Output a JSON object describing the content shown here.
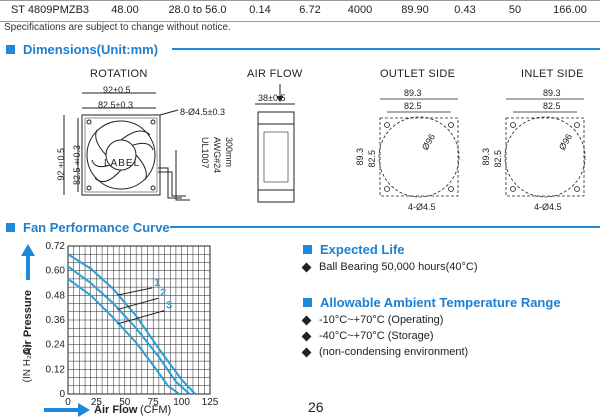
{
  "spec_table": {
    "model": "ST 4809PMZB3",
    "rated_voltage": "48.00",
    "operating_voltage": "28.0 to 56.0",
    "current": "0.14",
    "power": "6.72",
    "speed": "4000",
    "airflow": "89.90",
    "pressure": "0.43",
    "noise": "50",
    "weight": "166.00",
    "note": "Specifications are subject to change without notice."
  },
  "dimensions": {
    "heading": "Dimensions(Unit:mm)",
    "rotation_label": "ROTATION",
    "airflow_label": "AIR FLOW",
    "outlet_label": "OUTLET SIDE",
    "inlet_label": "INLET SIDE",
    "dim_92": "92±0.5",
    "dim_825": "82.5±0.3",
    "dim_hole": "8-Ø4.5±0.3",
    "dim_38": "38±0.5",
    "dim_side_92": "92±0.5",
    "dim_side_825": "82.5±0.3",
    "label_text": "LABEL",
    "wire_1": "UL1007",
    "wire_2": "AWG#24",
    "wire_3": "300mm",
    "outlet_w1": "89.3",
    "outlet_w2": "82.5",
    "outlet_h1": "89.3",
    "outlet_h2": "82.5",
    "outlet_dia": "Ø96",
    "outlet_holes": "4-Ø4.5",
    "inlet_w1": "89.3",
    "inlet_w2": "82.5",
    "inlet_h1": "89.3",
    "inlet_h2": "82.5",
    "inlet_dia": "Ø96",
    "inlet_holes": "4-Ø4.5"
  },
  "performance": {
    "heading": "Fan Performance Curve",
    "y_label": "Air Pressure",
    "y_unit": "(IN H₂O)",
    "x_label": "Air Flow",
    "x_unit": "(CFM)"
  },
  "chart_data": {
    "type": "line",
    "xlabel": "Air Flow (CFM)",
    "ylabel": "Air Pressure (IN H₂O)",
    "xlim": [
      0,
      125
    ],
    "ylim": [
      0,
      0.72
    ],
    "x_ticks": [
      "0",
      "25",
      "50",
      "75",
      "100",
      "125"
    ],
    "y_ticks": [
      "0",
      "0.12",
      "0.24",
      "0.36",
      "0.48",
      "0.60",
      "0.72"
    ],
    "grid": true,
    "series": [
      {
        "name": "1",
        "x": [
          0,
          20,
          40,
          60,
          80,
          100,
          112
        ],
        "y": [
          0.68,
          0.61,
          0.51,
          0.38,
          0.22,
          0.07,
          0.0
        ]
      },
      {
        "name": "2",
        "x": [
          0,
          20,
          40,
          60,
          80,
          95,
          107
        ],
        "y": [
          0.62,
          0.54,
          0.44,
          0.32,
          0.18,
          0.06,
          0.0
        ]
      },
      {
        "name": "3",
        "x": [
          0,
          20,
          40,
          60,
          75,
          88,
          98
        ],
        "y": [
          0.56,
          0.48,
          0.37,
          0.25,
          0.14,
          0.04,
          0.0
        ]
      }
    ],
    "colors": {
      "curve": "#2a9ed8",
      "grid": "#222222",
      "arrow": "#1e88d9"
    }
  },
  "expected_life": {
    "heading": "Expected Life",
    "items": [
      "Ball Bearing 50,000 hours(40°C)"
    ]
  },
  "ambient": {
    "heading": "Allowable Ambient Temperature Range",
    "items": [
      "-10°C~+70°C (Operating)",
      "-40°C~+70°C (Storage)",
      "(non-condensing environment)"
    ]
  },
  "page_number": "26"
}
